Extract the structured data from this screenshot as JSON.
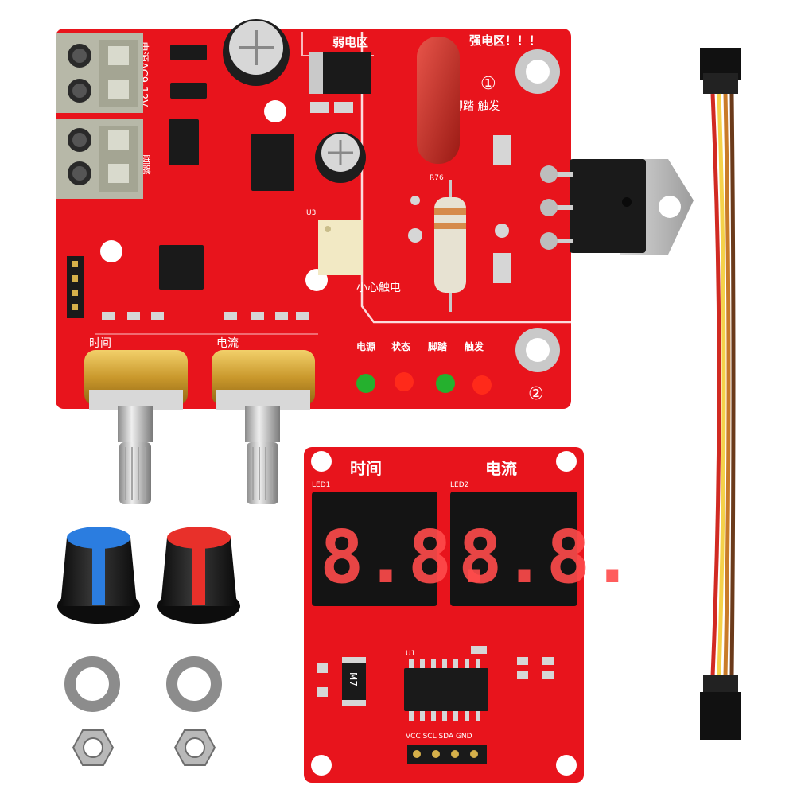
{
  "main_board": {
    "weak_zone": "弱电区",
    "strong_zone": "强电区！！！",
    "power_label": "电源AC9-12V",
    "pedal_label": "脚踏",
    "marker_one": "①",
    "marker_two": "②",
    "pedal_trigger": "脚踏 触发",
    "caution": "小心触电",
    "time_label": "时间",
    "current_label": "电流",
    "status_labels": [
      "电源",
      "状态",
      "脚踏",
      "触发"
    ],
    "chip_u3": "U3",
    "resistor_r76": "R76",
    "led_colors": [
      "#25b02e",
      "#ff2a1a",
      "#25b02e",
      "#ff2a1a"
    ]
  },
  "display_board": {
    "time_label": "时间",
    "current_label": "电流",
    "led1": "LED1",
    "led2": "LED2",
    "chip_label": "U1",
    "diode": "M7",
    "pins": "VCC SCL SDA GND",
    "digits_left": "8.8.",
    "digits_right": "8.8."
  },
  "colors": {
    "pcb_red": "#e8141c",
    "knob_blue": "#2b7de0",
    "knob_red": "#e8302a"
  }
}
